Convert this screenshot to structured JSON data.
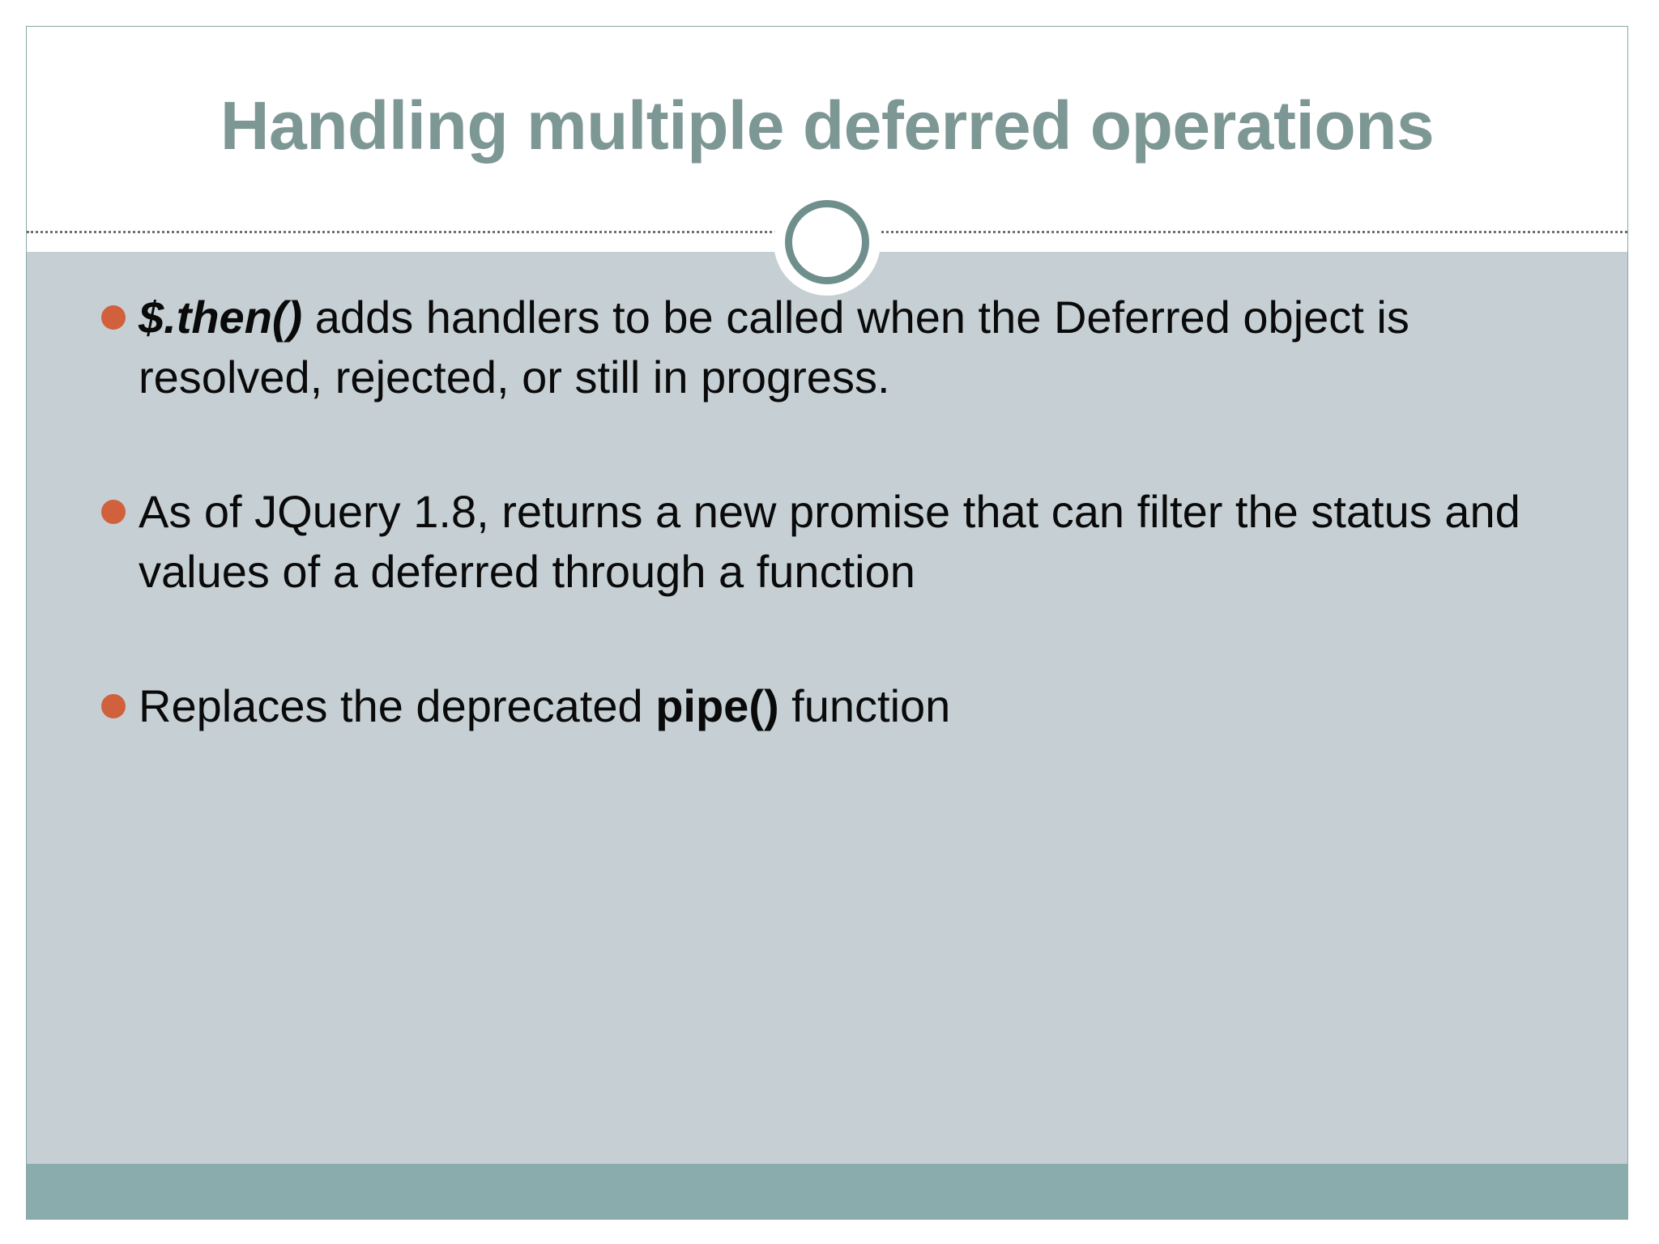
{
  "slide": {
    "title": "Handling multiple deferred operations",
    "bullets": [
      {
        "id": "bullet-then",
        "lead": "$.then()",
        "lead_style": "bold-italic",
        "rest": " adds handlers to be called when the Deferred object is resolved, rejected, or still in progress.",
        "full_text": "$.then() adds handlers to be called when the Deferred object is resolved, rejected, or still in progress."
      },
      {
        "id": "bullet-jquery-18",
        "lead": "",
        "lead_style": "none",
        "rest": "As of JQuery 1.8, returns a new promise that can filter the status and values of a deferred through a function",
        "full_text": "As of JQuery 1.8, returns a new promise that can filter the status and values of a deferred through a function"
      },
      {
        "id": "bullet-pipe",
        "lead": "Replaces the deprecated ",
        "lead_style": "none",
        "mid": "pipe()",
        "mid_style": "bold",
        "rest": " function",
        "full_text": "Replaces the deprecated pipe() function"
      }
    ],
    "decor": {
      "ring_icon": "circle-ring-icon",
      "divider_icon": "dotted-divider-icon",
      "footer_icon": "footer-band-icon"
    },
    "colors": {
      "title": "#7d9795",
      "bullet_dot": "#d1603d",
      "body_background": "#c6d0d4",
      "footer_band": "#8bacac",
      "slide_border": "#8aa8a6",
      "ring_stroke": "#6f8f8d",
      "body_text": "#0a0a0a"
    }
  }
}
